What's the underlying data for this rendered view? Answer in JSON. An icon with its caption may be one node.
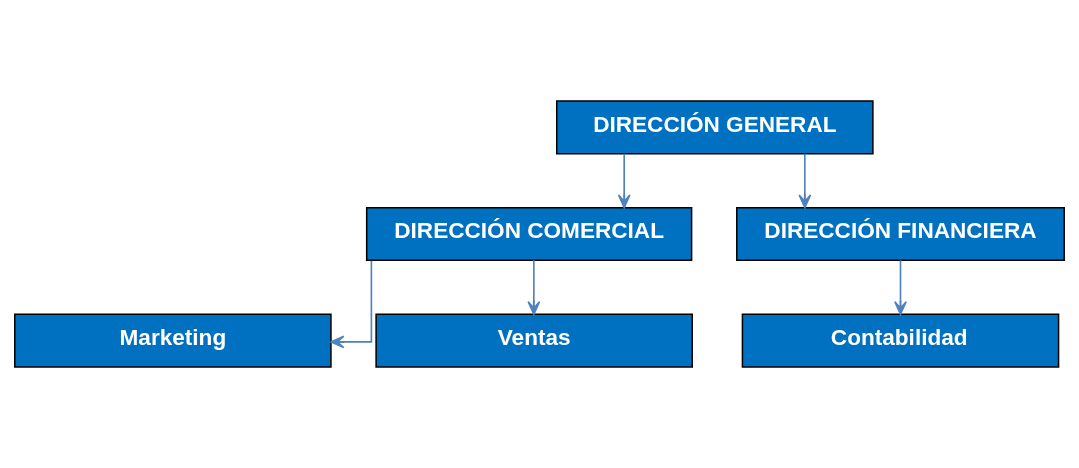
{
  "diagram": {
    "nodes": [
      {
        "text": [
          "DIRECCIÓN GENERAL"
        ]
      },
      {
        "text": [
          "DIRECCIÓN COMERCIAL"
        ]
      },
      {
        "text": [
          "DIRECCIÓN FINANCIERA"
        ]
      },
      {
        "text": [
          "Marketing"
        ]
      },
      {
        "text": [
          "Contabilidad"
        ]
      },
      {
        "text": [
          "Ventas"
        ]
      }
    ],
    "edges": [
      {
        "from": 0,
        "to": 1,
        "arrow": "to"
      },
      {
        "from": 0,
        "to": 2,
        "arrow": "to"
      },
      {
        "from": 1,
        "to": 3,
        "arrow": "to"
      },
      {
        "from": 1,
        "to": 5,
        "arrow": "to"
      },
      {
        "from": 2,
        "to": 4,
        "arrow": "to"
      }
    ]
  }
}
